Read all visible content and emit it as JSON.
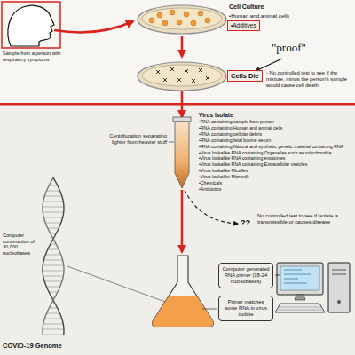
{
  "diagram": {
    "nodes": [
      {
        "text": [
          "•Additives"
        ]
      },
      {
        "text": [
          "Cells Die"
        ]
      },
      {
        "text": [
          "Computer generated RNA primer (18-24 nucleobases)"
        ]
      },
      {
        "text": [
          "Primer matches some RNA in virus isolate"
        ]
      }
    ],
    "labels": [
      "Sample from a person with respiratory symptoms",
      "Cell Culture",
      "•Human and animal cells",
      "\"proof\"",
      "- No controlled test to see if the mixture, minus the person's sample would cause cell death",
      "Centrifugation separating lighter from heavier stuff",
      "Virus Isolate",
      "•RNA containing sample from person",
      "•RNA containing Human and animal cells",
      "•RNA containing cellular debris",
      "•RNA containing fetal bovine serum",
      "•RNA containing Natural and synthetic genetic material containing RNA",
      "•Virus lookalike RNA containing Organelles such as mitochondria",
      "•Virus lookalike RNA containing exosomes",
      "•Virus lookalike RNA containing Extracellular vesicles",
      "•Virus lookalike Micelles",
      "•Virus lookalike Microvilli",
      "•Chemicals",
      "•Antibiotics",
      "??",
      "No controlled test to see if isolate is transmissible or causes disease",
      "Computer construction of 30,000 nucleobases",
      "COVID-19 Genome"
    ]
  }
}
